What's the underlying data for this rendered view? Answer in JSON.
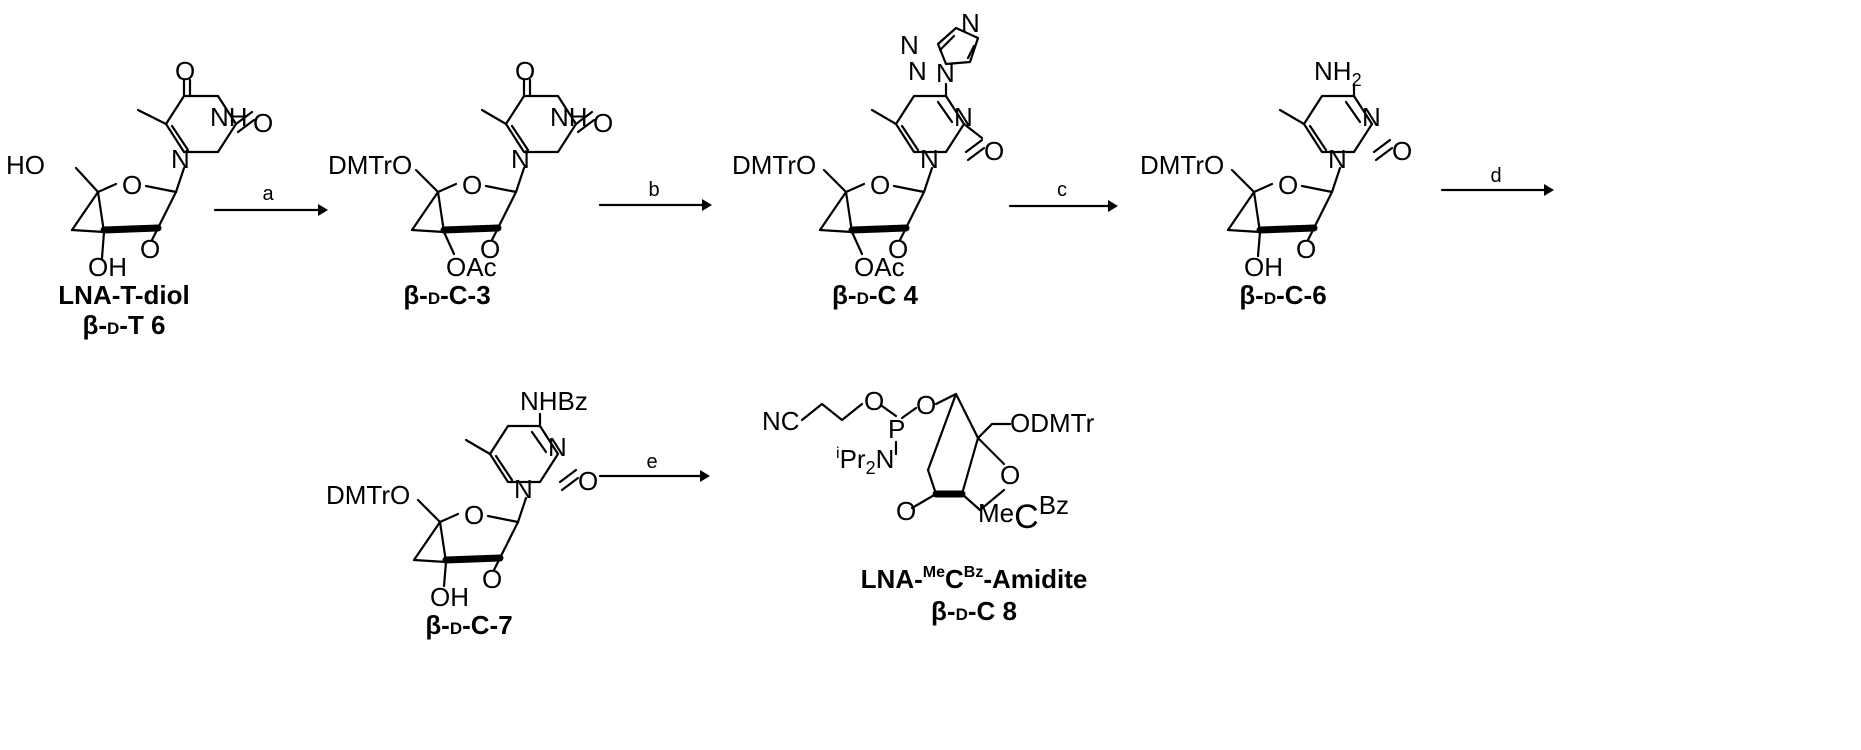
{
  "compounds": [
    {
      "name": "LNA-T-diol",
      "id": "β-D-T 6",
      "r5": "HO",
      "r3": "OH",
      "base_sub": "O"
    },
    {
      "id": "β-D-C-3",
      "r5": "DMTrO",
      "r3": "OAc",
      "base_sub": "O"
    },
    {
      "id": "β-D-C 4",
      "r5": "DMTrO",
      "r3": "OAc",
      "base_sub": "triazole"
    },
    {
      "id": "β-D-C-6",
      "r5": "DMTrO",
      "r3": "OH",
      "base_sub": "NH2"
    },
    {
      "id": "β-D-C-7",
      "r5": "DMTrO",
      "r3": "OH",
      "base_sub": "NHBz"
    },
    {
      "name_parts": [
        "LNA-",
        "Me",
        "C",
        "Bz",
        "-Amidite"
      ],
      "id": "β-D-C 8"
    }
  ],
  "label_parts": {
    "beta": "β-",
    "d": "D",
    "t6": "-T 6",
    "c3": "-C-3",
    "c4": "-C 4",
    "c6": "-C-6",
    "c7": "-C-7",
    "c8": "-C 8"
  },
  "steps": [
    "a",
    "b",
    "c",
    "d",
    "e"
  ],
  "atoms": {
    "O": "O",
    "N": "N",
    "NH": "NH",
    "HO": "HO",
    "OH": "OH",
    "OAc": "OAc",
    "DMTrO": "DMTrO",
    "NH2": "NH",
    "sub2": "2",
    "NHBz": "NHBz",
    "NC": "NC",
    "P": "P",
    "i": "i",
    "Pr": "Pr",
    "ODMTr": "ODMTr",
    "Me": "Me",
    "C": "C",
    "Bz": "Bz"
  }
}
